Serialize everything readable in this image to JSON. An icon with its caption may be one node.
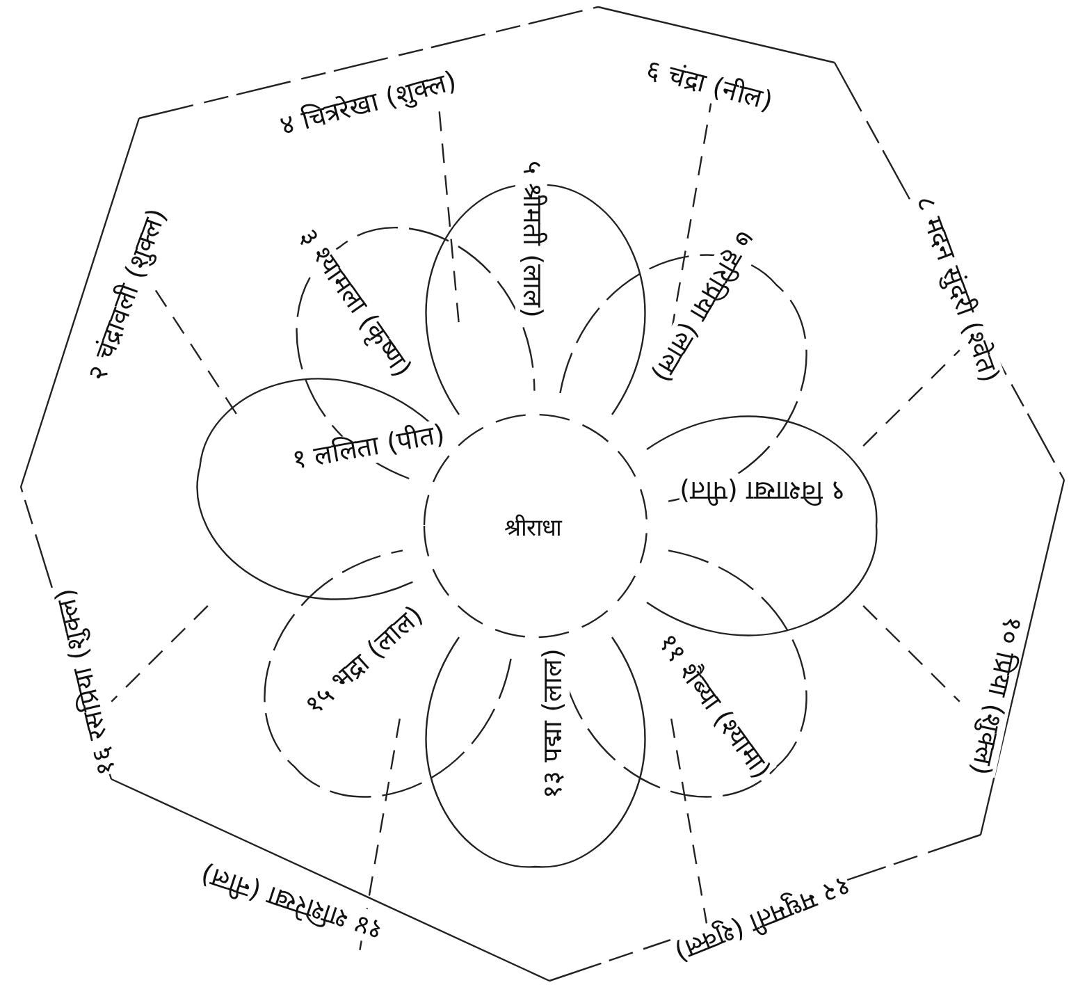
{
  "diagram": {
    "nodes": [
      {
        "text": [
          "श्रीराधा"
        ]
      },
      {
        "text": [
          "१ ललिता (पीत)"
        ]
      },
      {
        "text": [
          "२ चंद्रावली (शुक्ल)"
        ]
      },
      {
        "text": [
          "३ श्यामला (कृष्ण)"
        ]
      },
      {
        "text": [
          "४ चित्ररेखा (शुक्ल)"
        ]
      },
      {
        "text": [
          "५ श्रीमती (लाल)"
        ]
      },
      {
        "text": [
          "६ चंद्रा (नील)"
        ]
      },
      {
        "text": [
          "७ हरिप्रिया (लाल)"
        ]
      },
      {
        "text": [
          "८ मदन सुंदरी (श्वेत)"
        ]
      },
      {
        "text": [
          "९ विशाखा (पीत)"
        ]
      },
      {
        "text": [
          "१० प्रिया (शुक्ल)"
        ]
      },
      {
        "text": [
          "११ शैब्या (श्यामा)"
        ]
      },
      {
        "text": [
          "१२ मधुमती (शुक्ल)"
        ]
      },
      {
        "text": [
          "१३ पद्मा (लाल)"
        ]
      },
      {
        "text": [
          "१४ शशिरेखा (नील)"
        ]
      },
      {
        "text": [
          "१५ भद्रा (लाल)"
        ]
      },
      {
        "text": [
          "१६ रसप्रिया (शुक्ल)"
        ]
      }
    ]
  }
}
